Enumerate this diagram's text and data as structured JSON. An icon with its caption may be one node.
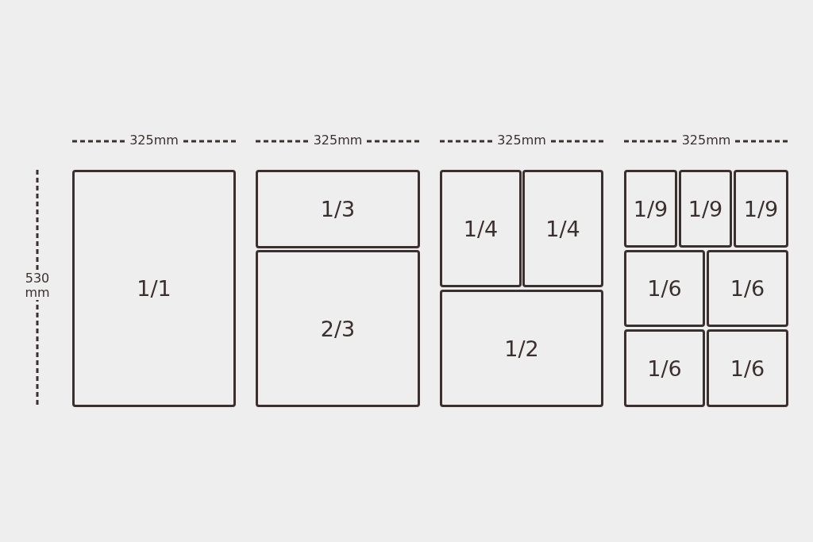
{
  "diagram": {
    "nodes": [
      {
        "text": [
          "1/1"
        ]
      },
      {
        "text": [
          "1/3"
        ]
      },
      {
        "text": [
          "2/3"
        ]
      },
      {
        "text": [
          "1/4"
        ]
      },
      {
        "text": [
          "1/4"
        ]
      },
      {
        "text": [
          "1/2"
        ]
      },
      {
        "text": [
          "1/9"
        ]
      },
      {
        "text": [
          "1/9"
        ]
      },
      {
        "text": [
          "1/9"
        ]
      },
      {
        "text": [
          "1/6"
        ]
      },
      {
        "text": [
          "1/6"
        ]
      },
      {
        "text": [
          "1/6"
        ]
      },
      {
        "text": [
          "1/6"
        ]
      }
    ],
    "labels": [
      "325mm",
      "325mm",
      "325mm",
      "325mm",
      "530 mm"
    ]
  }
}
